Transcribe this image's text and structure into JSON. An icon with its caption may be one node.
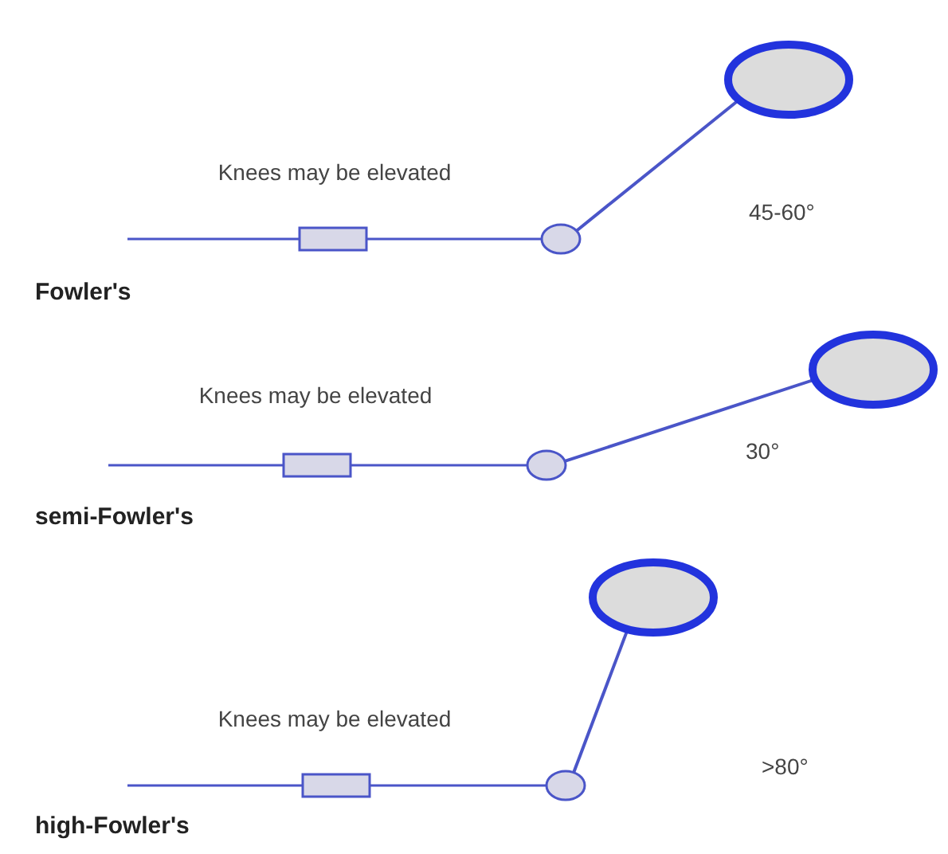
{
  "diagram": {
    "labels": [
      "Knees may be elevated",
      "45-60°",
      "Fowler's",
      "Knees may be elevated",
      "30°",
      "semi-Fowler's",
      "Knees may be elevated",
      ">80°",
      "high-Fowler's"
    ]
  }
}
